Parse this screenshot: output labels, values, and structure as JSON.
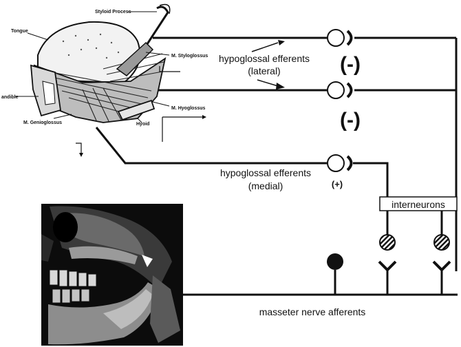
{
  "anatomy_labels": {
    "styloid_process": "Styloid Process",
    "tongue": "Tongue",
    "m_styloglossus": "M. Styloglossus",
    "mandible": "andible",
    "m_hyoglossus": "M. Hyoglossus",
    "m_genioglossus": "M. Genioglossus",
    "hyoid": "Hyoid"
  },
  "efferents_lateral": {
    "line1": "hypoglossal efferents",
    "line2": "(lateral)",
    "sign_upper": "(-)",
    "sign_lower": "(-)"
  },
  "efferents_medial": {
    "line1": "hypoglossal efferents",
    "line2": "(medial)",
    "sign": "(+)"
  },
  "interneurons": "interneurons",
  "afferents": "masseter nerve afferents",
  "colors": {
    "line": "#111111",
    "background": "#ffffff"
  }
}
